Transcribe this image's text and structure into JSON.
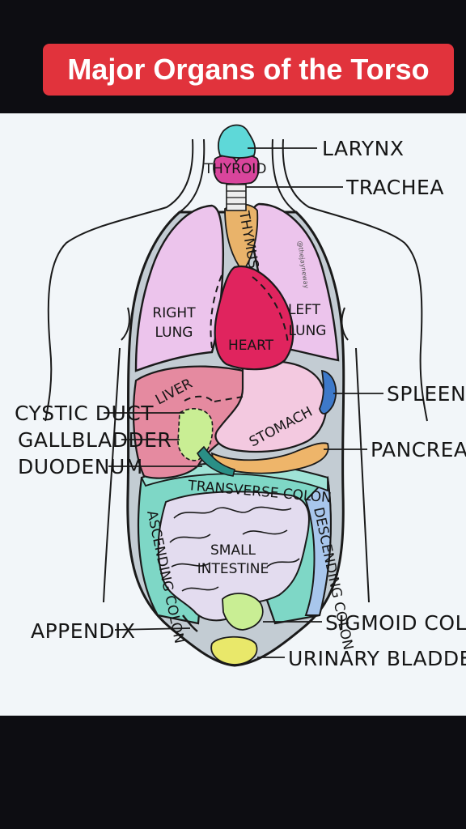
{
  "header": {
    "title": "Major Organs of the Torso"
  },
  "watermark": "@thejayneway",
  "labels": {
    "larynx": "LARYNX",
    "trachea": "TRACHEA",
    "spleen": "SPLEEN",
    "cystic_duct": "CYSTIC DUCT",
    "gallbladder": "GALLBLADDER",
    "duodenum": "DUODENUM",
    "pancreas": "PANCREAS",
    "appendix": "APPENDIX",
    "sigmoid_colon": "SIGMOID COLON",
    "urinary_bladder": "URINARY BLADDER"
  },
  "organ_labels": {
    "thyroid": "THYROID",
    "thymus": "THYMUS",
    "right_lung_1": "RIGHT",
    "right_lung_2": "LUNG",
    "left_lung_1": "LEFT",
    "left_lung_2": "LUNG",
    "heart": "HEART",
    "liver": "LIVER",
    "stomach": "STOMACH",
    "transverse_colon": "TRANSVERSE COLON",
    "small_intestine_1": "SMALL",
    "small_intestine_2": "INTESTINE",
    "ascending_colon": "ASCENDING COLON",
    "descending_colon": "DESCENDING COLON"
  },
  "colors": {
    "banner": "#e1333c",
    "lungs": "#ecc4ec",
    "heart": "#e0245e",
    "liver": "#e58aa0",
    "stomach": "#f3c9e0",
    "thyroid": "#d9459c",
    "larynx": "#5ed8d8",
    "thymus": "#e9b36a",
    "pancreas": "#eeb56a",
    "spleen": "#3d79c9",
    "colon": "#7ed7c6",
    "small_intestine": "#e3dcef",
    "bladder": "#e9e86a",
    "gallbladder": "#c9ee94"
  }
}
